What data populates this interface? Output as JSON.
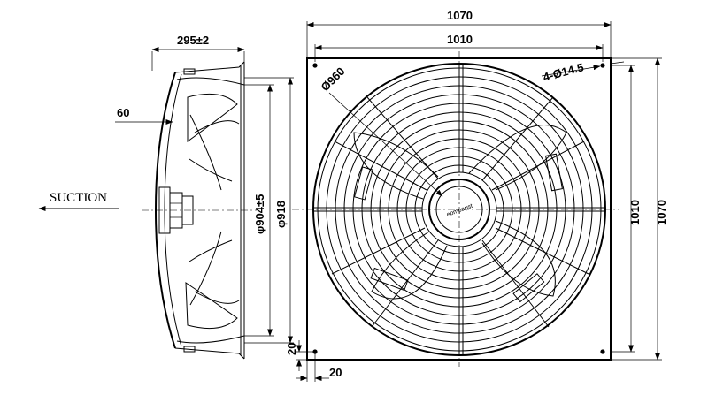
{
  "dimensions": {
    "side_depth": "295±2",
    "inlet_offset": "60",
    "inner_dia": "φ904±5",
    "outer_dia": "φ918",
    "plate_width_outer": "1070",
    "plate_width_inner": "1010",
    "guard_dia": "Ø960",
    "mount_holes": "4-Ø14.5",
    "plate_height_inner": "1010",
    "plate_height_outer": "1070",
    "edge_bottom": "20",
    "edge_left": "20"
  },
  "labels": {
    "suction": "SUCTION",
    "hub_label": "ebmpapst"
  }
}
